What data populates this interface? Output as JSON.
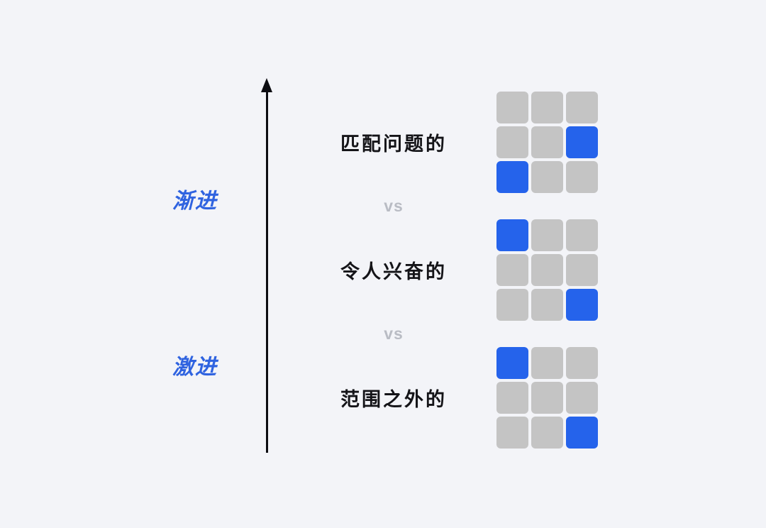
{
  "background_color": "#f3f4f8",
  "accent_color": "#2563eb",
  "cell_off_color": "#c4c4c4",
  "vs_color": "#b9bcc4",
  "axis": {
    "name": "vertical-arrow-axis",
    "direction": "up",
    "scale_top_label": "渐进",
    "scale_bottom_label": "激进"
  },
  "separator_label": "vs",
  "rows": [
    {
      "label": "匹配问题的",
      "grid": [
        [
          0,
          0,
          0
        ],
        [
          0,
          0,
          1
        ],
        [
          1,
          0,
          0
        ]
      ]
    },
    {
      "label": "令人兴奋的",
      "grid": [
        [
          1,
          0,
          0
        ],
        [
          0,
          0,
          0
        ],
        [
          0,
          0,
          1
        ]
      ]
    },
    {
      "label": "范围之外的",
      "grid": [
        [
          1,
          0,
          0
        ],
        [
          0,
          0,
          0
        ],
        [
          0,
          0,
          1
        ]
      ]
    }
  ],
  "chart_data": {
    "type": "diagram",
    "title": "",
    "description": "Vertical axis from 激进 (bottom) to 渐进 (top) with three compared concept levels, each illustrated by a 3x3 grid of cells where highlighted cells mark positions.",
    "axis_labels": [
      "渐进",
      "激进"
    ],
    "categories": [
      "匹配问题的",
      "令人兴奋的",
      "范围之外的"
    ],
    "highlighted_cells": [
      [
        [
          1,
          2
        ],
        [
          2,
          0
        ]
      ],
      [
        [
          0,
          0
        ],
        [
          2,
          2
        ]
      ],
      [
        [
          0,
          0
        ],
        [
          2,
          2
        ]
      ]
    ]
  }
}
